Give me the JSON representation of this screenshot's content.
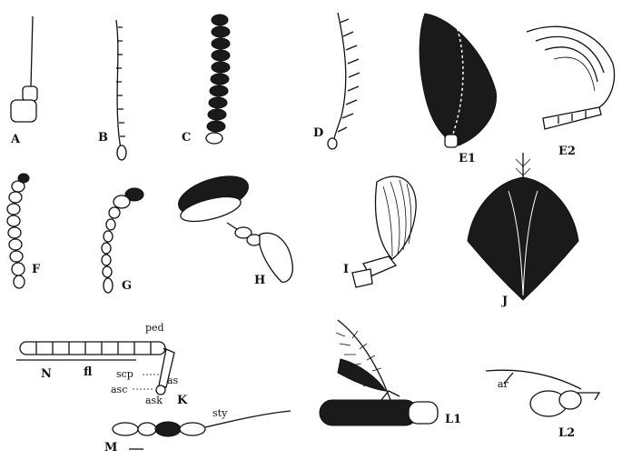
{
  "labels": {
    "A": "A",
    "B": "B",
    "C": "C",
    "D": "D",
    "E1": "E1",
    "E2": "E2",
    "F": "F",
    "G": "G",
    "H": "H",
    "I": "I",
    "J": "J",
    "K": "K",
    "L1": "L1",
    "L2": "L2",
    "M": "M",
    "N": "N"
  },
  "part_labels": {
    "ped": "ped",
    "fl": "fl",
    "scp": "scp",
    "as": "as",
    "asc": "asc",
    "ask": "ask",
    "sty": "sty",
    "ar": "ar"
  }
}
